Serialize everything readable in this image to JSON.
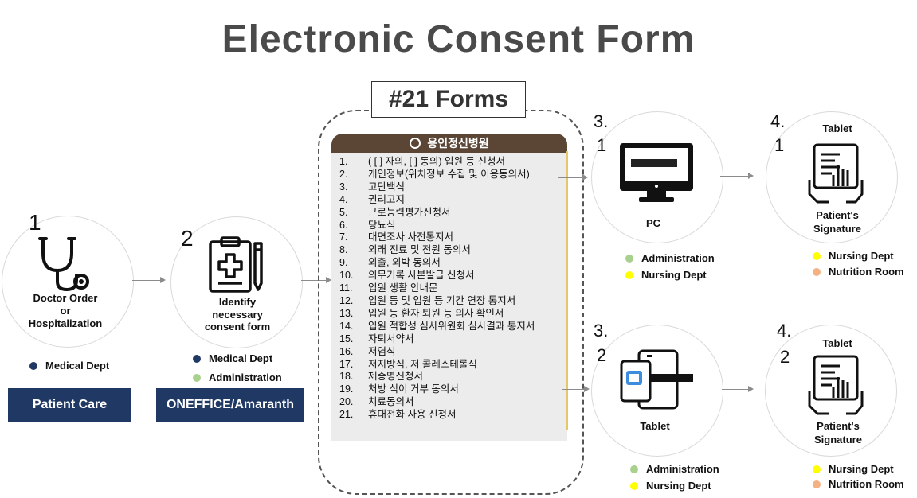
{
  "title": "Electronic Consent Form",
  "steps": {
    "step1": {
      "number": "1",
      "label_lines": [
        "Doctor Order",
        "or",
        "Hospitalization"
      ]
    },
    "step2": {
      "number": "2",
      "label_lines": [
        "Identify",
        "necessary",
        "consent form"
      ]
    },
    "step3a": {
      "number_a": "3.",
      "number_b": "1",
      "label": "PC"
    },
    "step3b": {
      "number_a": "3.",
      "number_b": "2",
      "label": "Tablet"
    },
    "step4a": {
      "number_a": "4.",
      "number_b": "1",
      "top_label": "Tablet",
      "label_lines": [
        "Patient's",
        "Signature"
      ]
    },
    "step4b": {
      "number_a": "4.",
      "number_b": "2",
      "top_label": "Tablet",
      "label_lines": [
        "Patient's",
        "Signature"
      ]
    }
  },
  "legends": {
    "step1": [
      {
        "label": "Medical Dept",
        "color": "#1f3864"
      }
    ],
    "step2": [
      {
        "label": "Medical Dept",
        "color": "#1f3864"
      },
      {
        "label": "Administration",
        "color": "#a9d18e"
      }
    ],
    "step3a": [
      {
        "label": "Administration",
        "color": "#a9d18e"
      },
      {
        "label": "Nursing Dept",
        "color": "#ffff00"
      }
    ],
    "step3b": [
      {
        "label": "Administration",
        "color": "#a9d18e"
      },
      {
        "label": "Nursing Dept",
        "color": "#ffff00"
      }
    ],
    "step4a": [
      {
        "label": "Nursing Dept",
        "color": "#ffff00"
      },
      {
        "label": "Nutrition Room",
        "color": "#f4b183"
      }
    ],
    "step4b": [
      {
        "label": "Nursing Dept",
        "color": "#ffff00"
      },
      {
        "label": "Nutrition Room",
        "color": "#f4b183"
      }
    ]
  },
  "buttons": {
    "patient_care": "Patient Care",
    "oneffice": "ONEFFICE/Amaranth"
  },
  "forms_tag": "#21 Forms",
  "hospital_name": "용인정신병원",
  "forms": [
    {
      "n": "1.",
      "t": "( [ ] 자의, [ ] 동의) 입원 등 신청서"
    },
    {
      "n": "2.",
      "t": "개인정보(위치정보 수집 및 이용동의서)"
    },
    {
      "n": "3.",
      "t": "고단백식"
    },
    {
      "n": "4.",
      "t": "권리고지"
    },
    {
      "n": "5.",
      "t": "근로능력평가신청서"
    },
    {
      "n": "6.",
      "t": "당뇨식"
    },
    {
      "n": "7.",
      "t": "대면조사 사전통지서"
    },
    {
      "n": "8.",
      "t": "외래 진료 및 전원 동의서"
    },
    {
      "n": "9.",
      "t": "외출, 외박 동의서"
    },
    {
      "n": "10.",
      "t": "의무기록 사본발급 신청서"
    },
    {
      "n": "11.",
      "t": "입원 생활 안내문"
    },
    {
      "n": "12.",
      "t": "입원 등 및 입원 등 기간 연장 통지서"
    },
    {
      "n": "13.",
      "t": "입원 등 환자 퇴원 등 의사 확인서"
    },
    {
      "n": "14.",
      "t": "입원 적합성 심사위원회 심사결과 통지서"
    },
    {
      "n": "15.",
      "t": "자퇴서약서"
    },
    {
      "n": "16.",
      "t": "저염식"
    },
    {
      "n": "17.",
      "t": "저지방식, 저 콜레스테롤식"
    },
    {
      "n": "18.",
      "t": "제증명신청서"
    },
    {
      "n": "19.",
      "t": "처방 식이 거부 동의서"
    },
    {
      "n": "20.",
      "t": "치료동의서"
    },
    {
      "n": "21.",
      "t": "휴대전화 사용 신청서"
    }
  ]
}
